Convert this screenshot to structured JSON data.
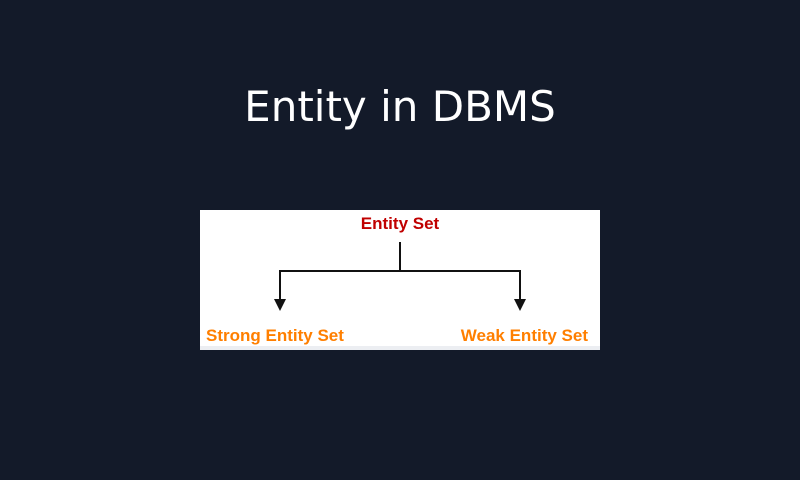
{
  "title": "Entity in DBMS",
  "diagram": {
    "root": {
      "label": "Entity Set",
      "color": "#c00000"
    },
    "children": [
      {
        "label": "Strong Entity Set",
        "color": "#ff7f00"
      },
      {
        "label": "Weak Entity Set",
        "color": "#ff7f00"
      }
    ],
    "background": "#ffffff",
    "page_background": "#131a29"
  }
}
